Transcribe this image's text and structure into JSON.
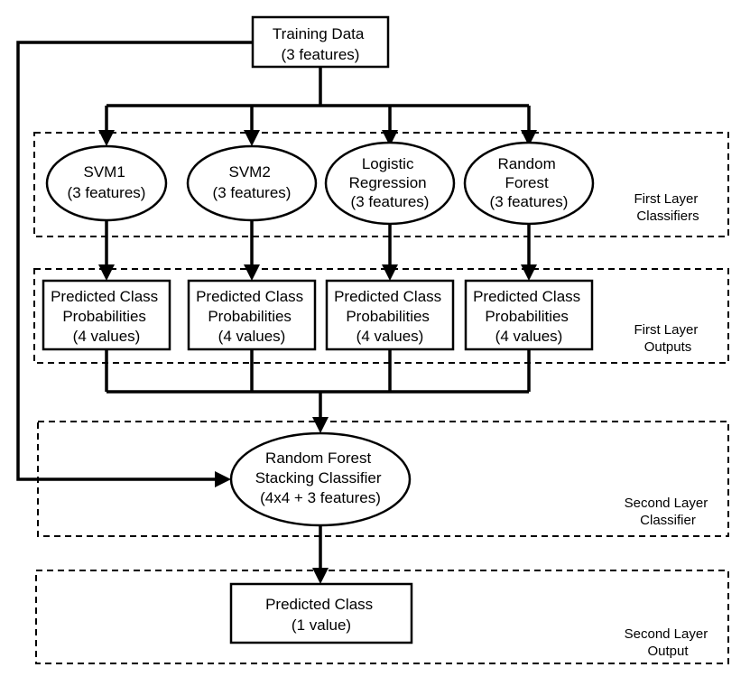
{
  "training": {
    "line1": "Training Data",
    "line2": "(3 features)"
  },
  "classifiers": [
    {
      "lines": [
        "SVM1",
        "(3 features)"
      ]
    },
    {
      "lines": [
        "SVM2",
        "(3 features)"
      ]
    },
    {
      "lines": [
        "Logistic",
        "Regression",
        "(3 features)"
      ]
    },
    {
      "lines": [
        "Random",
        "Forest",
        "(3 features)"
      ]
    }
  ],
  "outputs": [
    {
      "line1": "Predicted Class",
      "line2": "Probabilities",
      "line3": "(4 values)"
    },
    {
      "line1": "Predicted Class",
      "line2": "Probabilities",
      "line3": "(4 values)"
    },
    {
      "line1": "Predicted Class",
      "line2": "Probabilities",
      "line3": "(4 values)"
    },
    {
      "line1": "Predicted Class",
      "line2": "Probabilities",
      "line3": "(4 values)"
    }
  ],
  "stacker": {
    "line1": "Random Forest",
    "line2": "Stacking Classifier",
    "line3": "(4x4 + 3 features)"
  },
  "final": {
    "line1": "Predicted Class",
    "line2": "(1 value)"
  },
  "regions": {
    "first_layer_classifiers": {
      "line1": "First Layer",
      "line2": "Classifiers"
    },
    "first_layer_outputs": {
      "line1": "First Layer",
      "line2": "Outputs"
    },
    "second_layer_classifier": {
      "line1": "Second Layer",
      "line2": "Classifier"
    },
    "second_layer_output": {
      "line1": "Second Layer",
      "line2": "Output"
    }
  }
}
